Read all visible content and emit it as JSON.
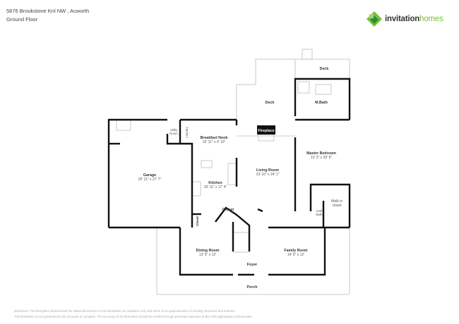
{
  "header": {
    "address": "5876 Brookstone Knl NW , Acworth",
    "floor": "Ground Floor"
  },
  "logo": {
    "brand_a": "invitation",
    "brand_b": "homes",
    "colors": [
      "#2e8b3e",
      "#7bbf3a",
      "#4caf50"
    ]
  },
  "rooms": {
    "garage": {
      "name": "Garage",
      "dims": "20' 11\" x 27' 7\""
    },
    "utility": {
      "name_a": "Utility",
      "name_b": "Room"
    },
    "laundry": {
      "name": "Laundry"
    },
    "nook": {
      "name": "Breakfast Nook",
      "dims": "10' 11\" x 9' 10\""
    },
    "kitchen": {
      "name": "Kitchen",
      "dims": "10' 11\" x 17' 4\""
    },
    "closet1": {
      "name": "Closet"
    },
    "closet2": {
      "name": "Closet"
    },
    "deck1": {
      "name": "Deck"
    },
    "deck2": {
      "name": "Deck"
    },
    "fireplace": {
      "name": "Fireplace"
    },
    "living": {
      "name": "Living Room",
      "dims": "19' 10\" x 24' 1\""
    },
    "mbath": {
      "name": "M.Bath"
    },
    "master": {
      "name": "Master Bedroom",
      "dims": "13' 3\" x 20' 9\""
    },
    "walkin": {
      "name_a": "Walk in",
      "name_b": "closet"
    },
    "halfbath": {
      "name_a": "Half",
      "name_b": "Bath"
    },
    "dining": {
      "name": "Dining Room",
      "dims": "13' 6\" x 12'"
    },
    "family": {
      "name": "Family Room",
      "dims": "14' 5\" x 12'"
    },
    "foyer": {
      "name": "Foyer"
    },
    "porch": {
      "name": "Porch"
    }
  },
  "disclaimer": {
    "line1": "Disclaimer: The floorplans depicted and the stated dimensions in this illustration are indicative only and serve as an approximation of existing structures and features.",
    "line2": "This illustration is not guaranteed to be accurate or complete. The accuracy of all information should be verified through personal inspection and/or with appropriate professionals."
  }
}
